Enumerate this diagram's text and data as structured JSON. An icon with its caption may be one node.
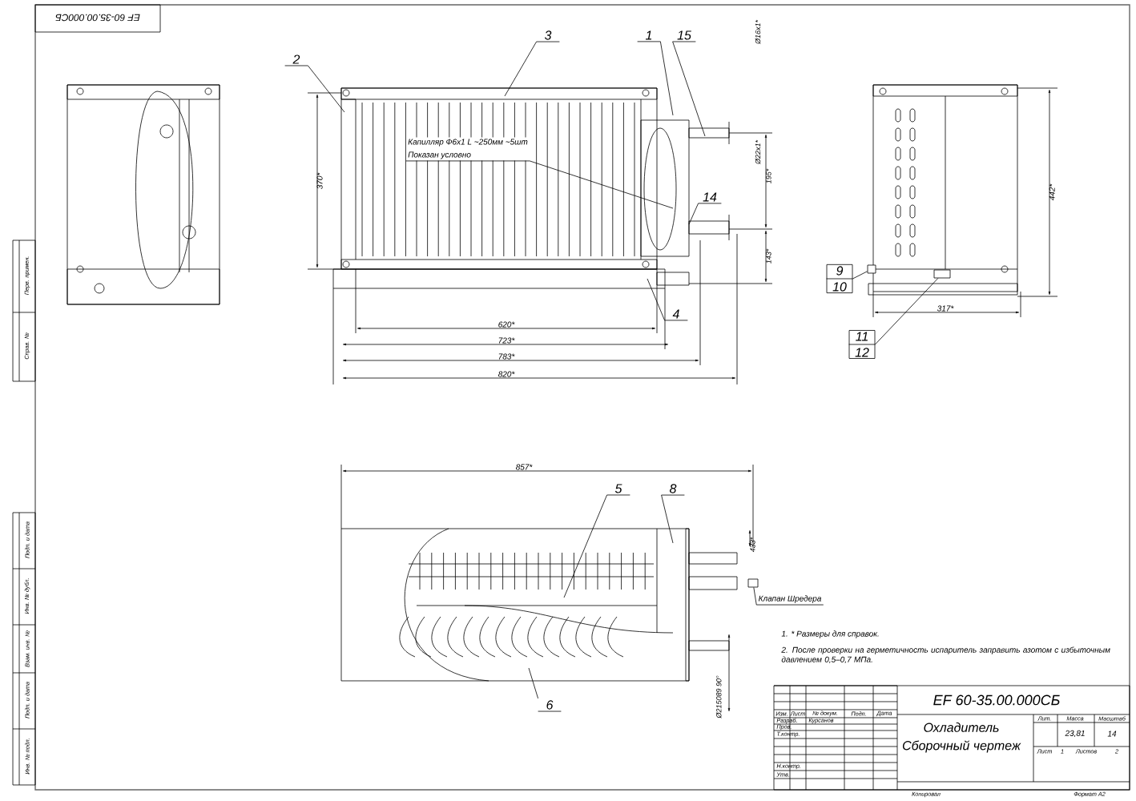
{
  "diagram": {
    "nodes": [
      {
        "text": [
          "2"
        ]
      },
      {
        "text": [
          "3"
        ]
      },
      {
        "text": [
          "1"
        ]
      },
      {
        "text": [
          "15"
        ]
      },
      {
        "text": [
          "14"
        ]
      },
      {
        "text": [
          "4"
        ]
      },
      {
        "text": [
          "9",
          "10"
        ]
      },
      {
        "text": [
          "11",
          "12"
        ]
      },
      {
        "text": [
          "5"
        ]
      },
      {
        "text": [
          "8"
        ]
      },
      {
        "text": [
          "6"
        ]
      },
      {
        "text": [
          "Капилляр Ф6х1 L ~250мм ~5шт",
          "Показан условно"
        ]
      },
      {
        "text": [
          "Клапан Шредера"
        ]
      },
      {
        "text": [],
        "shape": "box"
      },
      {
        "text": [],
        "shape": "box"
      },
      {
        "text": [],
        "shape": "box"
      }
    ],
    "edges": [
      {
        "from": 0,
        "to": null,
        "arrow": "none"
      },
      {
        "from": 1,
        "to": null,
        "arrow": "none"
      },
      {
        "from": 2,
        "to": null,
        "arrow": "none"
      },
      {
        "from": 3,
        "to": null,
        "arrow": "none"
      },
      {
        "from": 4,
        "to": null,
        "arrow": "none"
      },
      {
        "from": 5,
        "to": null,
        "arrow": "none"
      },
      {
        "from": 6,
        "to": 14,
        "arrow": "none"
      },
      {
        "from": 7,
        "to": 15,
        "arrow": "none"
      },
      {
        "from": 8,
        "to": null,
        "arrow": "none"
      },
      {
        "from": 9,
        "to": null,
        "arrow": "none"
      },
      {
        "from": 10,
        "to": null,
        "arrow": "none"
      },
      {
        "from": 11,
        "to": null,
        "arrow": "none"
      },
      {
        "from": 12,
        "to": 13,
        "arrow": "none"
      }
    ],
    "labels": [
      "EF 60-35.00.000СБ",
      "Ø16х1*",
      "370*",
      "Ø22х1*",
      "195*",
      "143*",
      "442*",
      "620*",
      "723*",
      "783*",
      "820*",
      "317*",
      "857*",
      "433*",
      "Ø215089 90°",
      "1. * Размеры для справок.",
      "2. После проверки на герметичность испаритель заправить азотом с избыточным давлением 0,5–0,7 МПа.",
      "EF 60-35.00.000СБ",
      "Охладитель",
      "Сборочный чертеж",
      "Лит.",
      "Масса",
      "Масштаб",
      "23,81",
      "14",
      "Лист",
      "1",
      "Листов",
      "2",
      "Изм.",
      "Лист",
      "№ докум.",
      "Подп.",
      "Дата",
      "Разраб.",
      "Курсанов",
      "Пров.",
      "Т.контр.",
      "Н.контр.",
      "Утв.",
      "Копировал",
      "Формат А2",
      "Перв. примен.",
      "Справ. №",
      "Подп. и дата",
      "Инв. № дубл.",
      "Взам. инв. №",
      "Подп. и дата",
      "Инв. № подл."
    ]
  }
}
